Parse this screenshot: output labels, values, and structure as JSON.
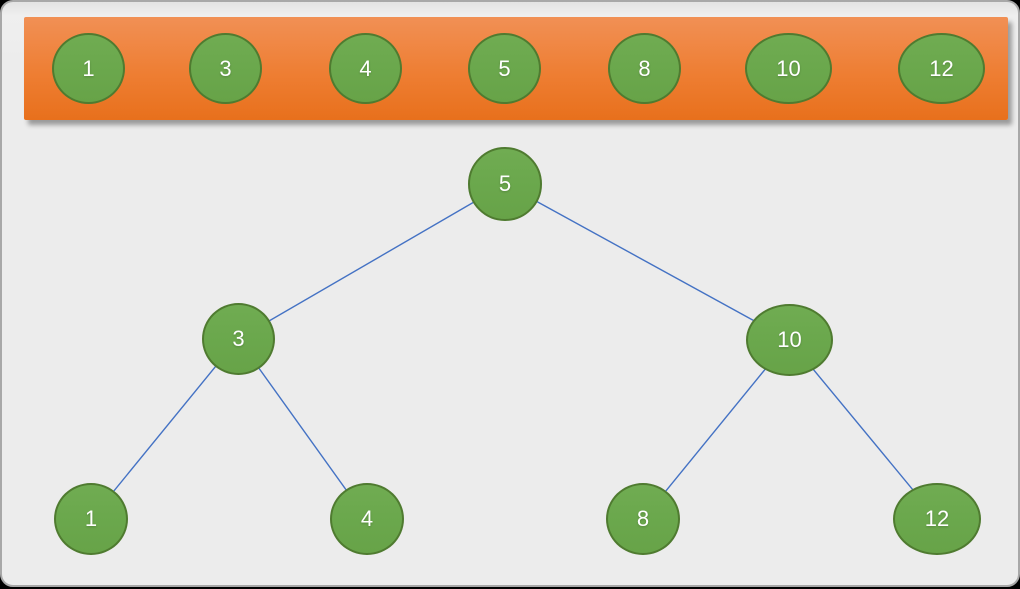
{
  "colors": {
    "page_background": "#ececec",
    "page_border": "#a8a8a8",
    "banner_top": "#f19055",
    "banner_bottom": "#e8701c",
    "node_fill": "#6ba84d",
    "node_stroke": "#4f7b30",
    "edge_color": "#4472c4",
    "label_color": "#ffffff"
  },
  "array_strip": {
    "items": [
      {
        "label": "1"
      },
      {
        "label": "3"
      },
      {
        "label": "4"
      },
      {
        "label": "5"
      },
      {
        "label": "8"
      },
      {
        "label": "10"
      },
      {
        "label": "12"
      }
    ]
  },
  "tree": {
    "nodes": [
      {
        "id": "5",
        "label": "5",
        "level": 0
      },
      {
        "id": "3",
        "label": "3",
        "level": 1
      },
      {
        "id": "10",
        "label": "10",
        "level": 1
      },
      {
        "id": "1",
        "label": "1",
        "level": 2
      },
      {
        "id": "4",
        "label": "4",
        "level": 2
      },
      {
        "id": "8",
        "label": "8",
        "level": 2
      },
      {
        "id": "12",
        "label": "12",
        "level": 2
      }
    ],
    "edges": [
      {
        "from": "5",
        "to": "3"
      },
      {
        "from": "5",
        "to": "10"
      },
      {
        "from": "3",
        "to": "1"
      },
      {
        "from": "3",
        "to": "4"
      },
      {
        "from": "10",
        "to": "8"
      },
      {
        "from": "10",
        "to": "12"
      }
    ]
  }
}
